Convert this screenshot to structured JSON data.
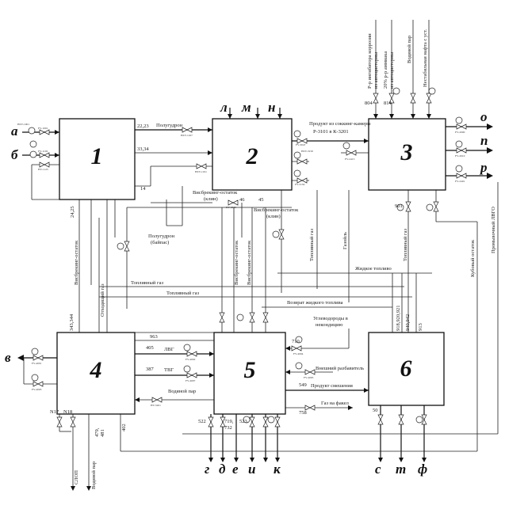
{
  "blocks": [
    {
      "id": "1",
      "label": "1"
    },
    {
      "id": "2",
      "label": "2"
    },
    {
      "id": "3",
      "label": "3"
    },
    {
      "id": "4",
      "label": "4"
    },
    {
      "id": "5",
      "label": "5"
    },
    {
      "id": "6",
      "label": "6"
    }
  ],
  "terminals": {
    "a": "а",
    "b": "б",
    "v": "в",
    "l": "л",
    "m": "м",
    "n": "н",
    "o": "о",
    "p": "п",
    "r": "р",
    "g": "г",
    "d": "д",
    "e": "е",
    "i": "и",
    "k": "к",
    "s": "с",
    "t": "т",
    "f": "ф"
  },
  "labels": {
    "polugudron": "Полугудрон",
    "visbreking_ostatok_klin": "Висбрекинг-остаток",
    "klin": "(клин)",
    "visbreking_ostatok_klin2": "Висбрекинг-остаток",
    "klin2": "(клин)",
    "polugudron_baipas": "Полугудрон",
    "baipas": "(байпас)",
    "produkt_soking_1": "Продукт из соккинг-камеры",
    "produkt_soking_2": "Р-3101 в К-3201",
    "toplivny_gaz_1": "Топливный газ",
    "toplivny_gaz_2": "Топливный газ",
    "toplivny_gaz_v": "Топливный газ",
    "toplivny_gaz_v2": "Топливный газ",
    "zhidkoe_toplivo": "Жидкое топливо",
    "vozvrat_zhidkogo": "Возврат жидкого топлива",
    "uglevodorody_1": "Углеводороды в",
    "uglevodorody_2": "некондицию",
    "vneshny_razbavitel": "Внешний разбавитель",
    "produkt_smesheniya": "Продукт смешения",
    "gaz_na_fakel": "Газ на факел",
    "lvg": "ЛВГ",
    "tvg": "ТВГ",
    "vodyanoy_par_mid": "Водяной пар",
    "vodyanoy_par_bottom": "Водяной пар",
    "sjop": "СЛОП",
    "visbreking_ostatok_v1": "Висбрекинг-остаток",
    "visbreking_ostatok_v2": "Висбрекинг-остаток",
    "visbreking_ostatok_v3": "Висбрекинг-остаток",
    "otkhodyashchy_gaz": "Отходящий газ",
    "gazoil": "Газойль",
    "kubovy_ostatok": "Кубовый остаток",
    "promyvochny_lvgo": "Промывочный ЛВГО",
    "top_v1": "Р-р ингибитора коррозии",
    "top_v1b": "из автоцистерны",
    "top_v2": "20% р-р аммиака",
    "top_v2b": "из автоцистерны",
    "top_v3": "Водяной пар",
    "top_v4": "Нестабильная нафта с уст.",
    "vodyanoy_par_mid2": "Водяной пар"
  },
  "stream_numbers": {
    "s2223": "22,23",
    "s3334": "33,34",
    "s14": "14",
    "s2425": "24,25",
    "s46": "46",
    "s45": "45",
    "s804": "804",
    "s814": "814",
    "s901": "901",
    "s963": "963",
    "s405": "405",
    "s387": "387",
    "s710": "710",
    "s549": "549",
    "s758": "758",
    "s918": "918,920,921",
    "s940": "940,942",
    "s913": "913",
    "s343": "343,344",
    "s479": "479,",
    "s481": "481",
    "s402": "402",
    "s522": "522",
    "s719": "719,",
    "s732": "732",
    "s523": "523",
    "sN17": "N17",
    "sN18": "N18",
    "s50": "50"
  },
  "valve_tags": {
    "t1": "HZV-1001",
    "t2": "FV-1001",
    "t3": "FV-1102",
    "t4": "HV-1125",
    "t5": "HZV-1167",
    "t6": "HZV-1191",
    "t7": "FV-1128",
    "t8": "HZV-3047",
    "t9": "FV-3047",
    "t10": "HZV-3150",
    "t11": "FV-3150",
    "t12": "HZV-3195",
    "t13": "FV-2415",
    "t14": "FV-2000",
    "t15": "FV-2010",
    "t16": "FV-2401",
    "t17": "HZV-2301",
    "t18": "FV-2302",
    "t19": "FV-4001",
    "t20": "FV-4003",
    "t21": "FV-4002",
    "t22": "FV-4007",
    "t23": "HV-5201",
    "t24": "FV-4004",
    "t25": "FV-4005",
    "t26": "HV-2045",
    "t27": "HV-5243",
    "t28": "FV-5247",
    "t29": "FV-6180",
    "t30": "FV-6203",
    "t31": "HZV-8150"
  }
}
